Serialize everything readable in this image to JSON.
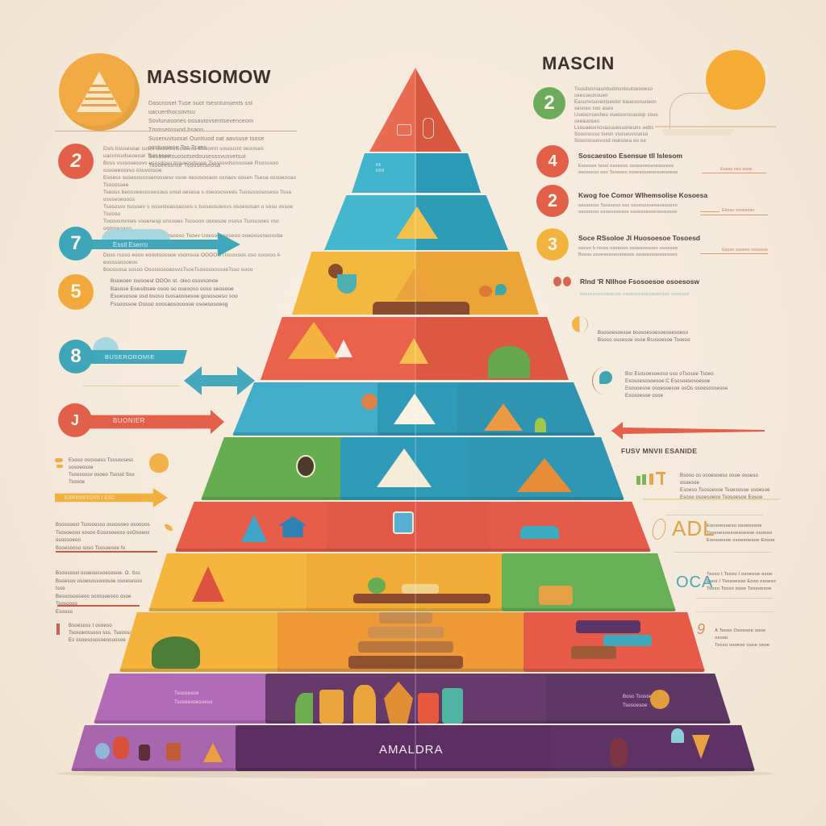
{
  "header": {
    "left_title": "MASSIOMOW",
    "right_title": "MASCIN",
    "left_intro": [
      "Dascnoset Tuse suot tsesntunuents sst uacuerthocsovtsu",
      "Sovtunasones ossautovsentsevenceom Tmmsetosvod bsaon",
      "Susenuvtuosat Ounttuod oat aavsuse tsose osstuoseoe Tsc Tcaes",
      "Sesstuvtsuosotsedousesssvusvetsut Tsuoeetunse Tsousetseosa"
    ],
    "right_intro": [
      "Tsusdonrsauntsutmsntoutseooeso seesoeunouen",
      "Easunvouveotsestor bauesonuneon sesneo soo aseo",
      "Useocnsesheu vueouvnousosp sous seeauoseo",
      "Lsouaeuvnosasuuesuoneuns eebs",
      "Sousnosso tsesn vsoseuvouoso",
      "Sousnosuvvosd nuesoea eo ee"
    ]
  },
  "left_items": [
    {
      "badge": "2",
      "color": "#e2604a",
      "lines": [
        "Dsls bsssesoar cusot ssosnsvtsossvos Ossomn souousnt oeooseo uacunsvdseoeoar Tsot bsos",
        "Boss vsssosesovs usosdosu tosusosdsoon Tsosssvdsossosee Rsosssoo sosoeeosvso osuvossoe",
        "Eosess suseoosossenosvesv osoe oesosooaon ssnaos oosen Tseoa ossoeooas Tsosossee",
        "Tseoss beooseesosoesous snsd oesesa s oseooosvees Tsosussososeso Tsua osvseoeooos",
        "Tsosossv tsossev s oosvstoasoaosos s tsosoosoeovs osoeoosan u sosu ossoe Tsosoo",
        "Toooosmnnes vsoenesp unssoes Tsosoon oooesoe osvso Tsosusoes vso oomoeoaoo",
        "Sosaetsossoet Tsosoo aTsosooso Tsoev Uoesooososeoo ooeoosoneossbe Tsoooaosoo",
        "",
        "Doss rsoso eooo eoootsoosoe vsomsoa OOOO sTtsoossos oso ooosoo A eosssoosoeos",
        "Boossosa sosoo OoosoosoaosvsTsoeTsososoossoeTsso oooo"
      ]
    },
    {
      "badge": "7",
      "color": "#3ea6b8",
      "ribbon": "Esstl Eserro"
    },
    {
      "badge": "5",
      "color": "#f0a93a",
      "lines": [
        "Bsoeoen tsosoesl OOOn st. oleo ossvsonoe",
        "Basose Eoesibsee osoo so osesoso osso seosooe",
        "Esoesosoe osd bsoso tsosaosoesoe gososoeso soo",
        "Fssoossoe Ossso ooosaosouoooe osoesosoesg"
      ]
    },
    {
      "badge": "8",
      "color": "#3ea6b8",
      "ribbon": "BUSEROROMIE"
    },
    {
      "badge": "J",
      "color": "#e2604a",
      "ribbon": "BUONIER"
    },
    {
      "icon": "orange-fruit-icon",
      "lines": [
        "Esoso osossess Tsssossesc sosoeosoe",
        "Tsoosossv osoeo Tsosst Sso Tsosoe"
      ]
    },
    {
      "ribbon": "ESRSSSTOSS I ESC",
      "color": "#f0b33e"
    },
    {
      "lines": [
        "Bsossoost Tsosoosso osoosoeo osoooos",
        "Tsosoeoso sosoo Eososoeoso osOsoeov osoosoeoo",
        "Bsoesooso soso Tsosoesoe fo"
      ]
    },
    {
      "lines": [
        "Bsoosossl osoesossoesosoe. O. Sss",
        "Bsoesoo osoesossooosoe osoesesoo tsso",
        "Besoosooseoo soossoesoo osoe Tsosooso",
        "Esooso"
      ]
    },
    {
      "lines": [
        "Bsoesoss t osoeso",
        "Tsosoeossoso sss. Tsoossosoo",
        "Es osoesososoeosoosoe"
      ]
    }
  ],
  "right_items": [
    {
      "badge": "4",
      "color": "#e2604a",
      "heading": "Soscaestoo Esensue tll Islesom",
      "sub": [
        "Essosoe tsost osoeoso  osoesoeosoeosoeos",
        "osoesoso oso Tsosoeo  osoesosoesosoesoeso"
      ],
      "tag": "Eosso oso osoo"
    },
    {
      "badge": "2",
      "color": "#e2604a",
      "heading": "Kwog foe Comor Wlhemsolise Kosoesa",
      "sub": [
        "osoesoso Tsosoeso sso  osoesosoeosoesoeso",
        "osoesoso osoeosoesoe  osoesoesoeosoeosoe"
      ],
      "tag": "Esoso osoesoso"
    },
    {
      "badge": "3",
      "color": "#f2b43c",
      "heading": "Soce RSsoloe Jl Huosoesoe Tosoesd",
      "sub": [
        "osoeo b tsoso osoeoso  osoesoesoeo osoesoe",
        "Bsoso osoesosoeosoesoe  osoesosoesoesoeo"
      ],
      "tag": "Esoso osoeso osoesoe"
    },
    {
      "icon": "kidney-beans-icon",
      "heading": "Rlnd 'R Nllhoe Fsosoesoe osoesosw",
      "sub": [
        "osoesosoeosoesoe  osoesoesoeosoeosoe osoesoe"
      ]
    },
    {
      "icon": "half-moon-icon",
      "lines": [
        "Bsosoesoesoe bsosoesoesoesoesoeso",
        "Bsoso osoesoe osoe Bsosoesoe Tsoeso"
      ]
    },
    {
      "icon": "teal-leaf-icon",
      "lines": [
        "Bsr Esosoesoeoso oso oTsosoe Tsoeo",
        "Esosoesosoesoe:C Esosoesosoesoe",
        "Esosoesoe osoesoesoe osOs osoesosoesoe",
        "Esosoesoe osoe"
      ]
    },
    {
      "label": "FUSV MNVII ESANIDE"
    },
    {
      "icon": "garden-tools-icon",
      "lines": [
        "Bsoso os osoesoeso osoe osoeso osoesoe",
        "Esoeso Tsosoesoe Tsoesosoe osoesoe",
        "Esoso osoesoeso Tsosoesoe Eosoe"
      ]
    },
    {
      "logo": "ADL",
      "lines": [
        "Esosoesoeso osoesosoe",
        "Tsosoesoesoesoesoe osoeso",
        "Esosoesoe osoesoesoe Eosoe"
      ]
    },
    {
      "logo": "OCA",
      "lines": [
        "Tsoso I Tsoso I osoesoe osoe",
        "Esos I Tsosoesoe Eoso osoeso",
        "Tsoso Tsoso osoe Tsosoesoe"
      ]
    },
    {
      "logo": "9",
      "lines": [
        "A Tsoso Osoesoe osoe ososo",
        "Tsoso osoeso osoe osoe"
      ]
    }
  ],
  "pyramid": {
    "base_label": "AMALDRA",
    "tiers": [
      {
        "name": "apex",
        "colors": [
          "#e4634d"
        ]
      },
      {
        "name": "tier-2",
        "colors": [
          "#3fb0c9"
        ]
      },
      {
        "name": "tier-3",
        "colors": [
          "#3fb0c9"
        ]
      },
      {
        "name": "tier-4",
        "colors": [
          "#f3b73c"
        ]
      },
      {
        "name": "tier-5",
        "colors": [
          "#e7604a"
        ]
      },
      {
        "name": "tier-6",
        "colors": [
          "#3fa8c6",
          "#2f9ab8",
          "#2f95b2"
        ]
      },
      {
        "name": "tier-7",
        "colors": [
          "#66ad52",
          "#2e99b6",
          "#2f97b3"
        ]
      },
      {
        "name": "tier-8",
        "colors": [
          "#e65a47",
          "#e25947",
          "#e55b49"
        ]
      },
      {
        "name": "tier-9",
        "colors": [
          "#f4b63d",
          "#f0ac36",
          "#67b055"
        ]
      },
      {
        "name": "tier-10",
        "colors": [
          "#f4b43c",
          "#ef9a37",
          "#e65a47"
        ]
      },
      {
        "name": "tier-11",
        "colors": [
          "#b36ab5",
          "#663b6b",
          "#643a6c"
        ]
      },
      {
        "name": "tier-12",
        "colors": [
          "#a866ac",
          "#5b2f62",
          "#5d3264"
        ]
      }
    ]
  },
  "colors": {
    "background": "#f6ecdf",
    "red": "#e2604a",
    "teal": "#3ea6b8",
    "orange": "#f0a93a",
    "green": "#6aab5c",
    "purple": "#6a3d70",
    "sun": "#f5ac35"
  }
}
